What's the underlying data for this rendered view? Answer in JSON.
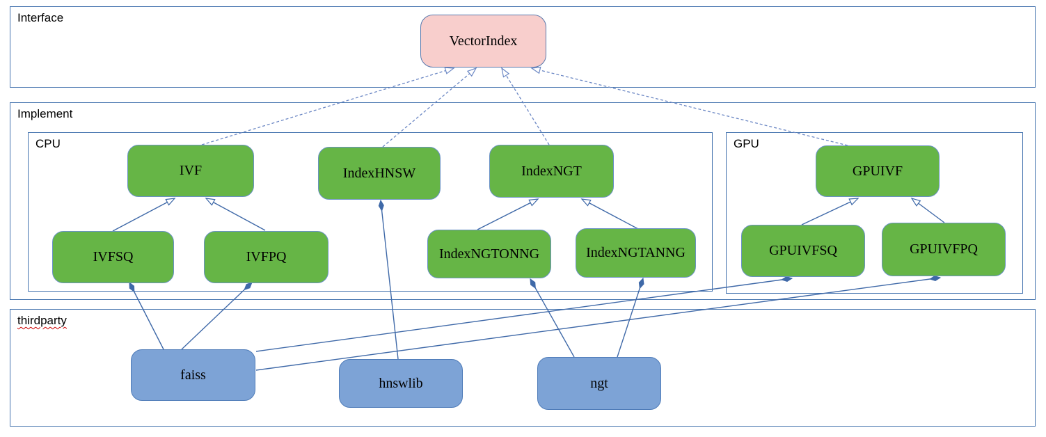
{
  "sections": {
    "interface": {
      "label": "Interface"
    },
    "implement": {
      "label": "Implement"
    },
    "cpu": {
      "label": "CPU"
    },
    "gpu": {
      "label": "GPU"
    },
    "thirdparty": {
      "label": "thirdparty"
    }
  },
  "nodes": {
    "vectorindex": {
      "label": "VectorIndex"
    },
    "ivf": {
      "label": "IVF"
    },
    "indexhnsw": {
      "label": "IndexHNSW"
    },
    "indexngt": {
      "label": "IndexNGT"
    },
    "ivfsq": {
      "label": "IVFSQ"
    },
    "ivfpq": {
      "label": "IVFPQ"
    },
    "indexngtonng": {
      "label": "IndexNGTONNG"
    },
    "indexngtanng": {
      "label": "IndexNGTANNG"
    },
    "gpuivf": {
      "label": "GPUIVF"
    },
    "gpuivfsq": {
      "label": "GPUIVFSQ"
    },
    "gpuivfpq": {
      "label": "GPUIVFPQ"
    },
    "faiss": {
      "label": "faiss"
    },
    "hnswlib": {
      "label": "hnswlib"
    },
    "ngt": {
      "label": "ngt"
    }
  },
  "edges": [
    {
      "from": "ivf",
      "to": "vectorindex",
      "type": "realization",
      "points": [
        290,
        208,
        652,
        98
      ]
    },
    {
      "from": "indexhnsw",
      "to": "vectorindex",
      "type": "realization",
      "points": [
        550,
        211,
        684,
        98
      ]
    },
    {
      "from": "indexngt",
      "to": "vectorindex",
      "type": "realization",
      "points": [
        789,
        208,
        721,
        98
      ]
    },
    {
      "from": "gpuivf",
      "to": "vectorindex",
      "type": "realization",
      "points": [
        1218,
        209,
        764,
        98
      ]
    },
    {
      "from": "ivfsq",
      "to": "ivf",
      "type": "inheritance",
      "points": [
        162,
        332,
        251,
        285
      ]
    },
    {
      "from": "ivfpq",
      "to": "ivf",
      "type": "inheritance",
      "points": [
        381,
        331,
        296,
        285
      ]
    },
    {
      "from": "indexngtonng",
      "to": "indexngt",
      "type": "inheritance",
      "points": [
        686,
        330,
        773,
        286
      ]
    },
    {
      "from": "indexngtanng",
      "to": "indexngt",
      "type": "inheritance",
      "points": [
        917,
        329,
        836,
        286
      ]
    },
    {
      "from": "gpuivfsq",
      "to": "gpuivf",
      "type": "inheritance",
      "points": [
        1152,
        323,
        1233,
        285
      ]
    },
    {
      "from": "gpuivfpq",
      "to": "gpuivf",
      "type": "inheritance",
      "points": [
        1357,
        320,
        1310,
        285
      ]
    },
    {
      "from": "faiss",
      "to": "ivfsq",
      "type": "composition",
      "points": [
        235,
        502,
        186,
        406
      ]
    },
    {
      "from": "faiss",
      "to": "ivfpq",
      "type": "composition",
      "points": [
        261,
        502,
        362,
        406
      ]
    },
    {
      "from": "hnswlib",
      "to": "indexhnsw",
      "type": "composition",
      "points": [
        572,
        516,
        547,
        288
      ]
    },
    {
      "from": "ngt",
      "to": "indexngtonng",
      "type": "composition",
      "points": [
        825,
        513,
        762,
        401
      ]
    },
    {
      "from": "ngt",
      "to": "indexngtanng",
      "type": "composition",
      "points": [
        887,
        513,
        924,
        400
      ]
    },
    {
      "from": "faiss",
      "to": "gpuivfsq",
      "type": "composition",
      "points": [
        368,
        505,
        1138,
        400
      ]
    },
    {
      "from": "faiss",
      "to": "gpuivfpq",
      "type": "composition",
      "points": [
        368,
        532,
        1351,
        399
      ]
    }
  ],
  "colors": {
    "frame_border": "#4473ae",
    "green_fill": "#66b546",
    "green_border": "#6a92c5",
    "pink_fill": "#f8cecc",
    "pink_border": "#5878ad",
    "blue_fill": "#7da3d6",
    "blue_border": "#4e7bb8",
    "solid_edge": "#3f69a8",
    "dashed_edge": "#6b87c4",
    "wavy_underline": "#cc0000",
    "text": "#000000"
  }
}
